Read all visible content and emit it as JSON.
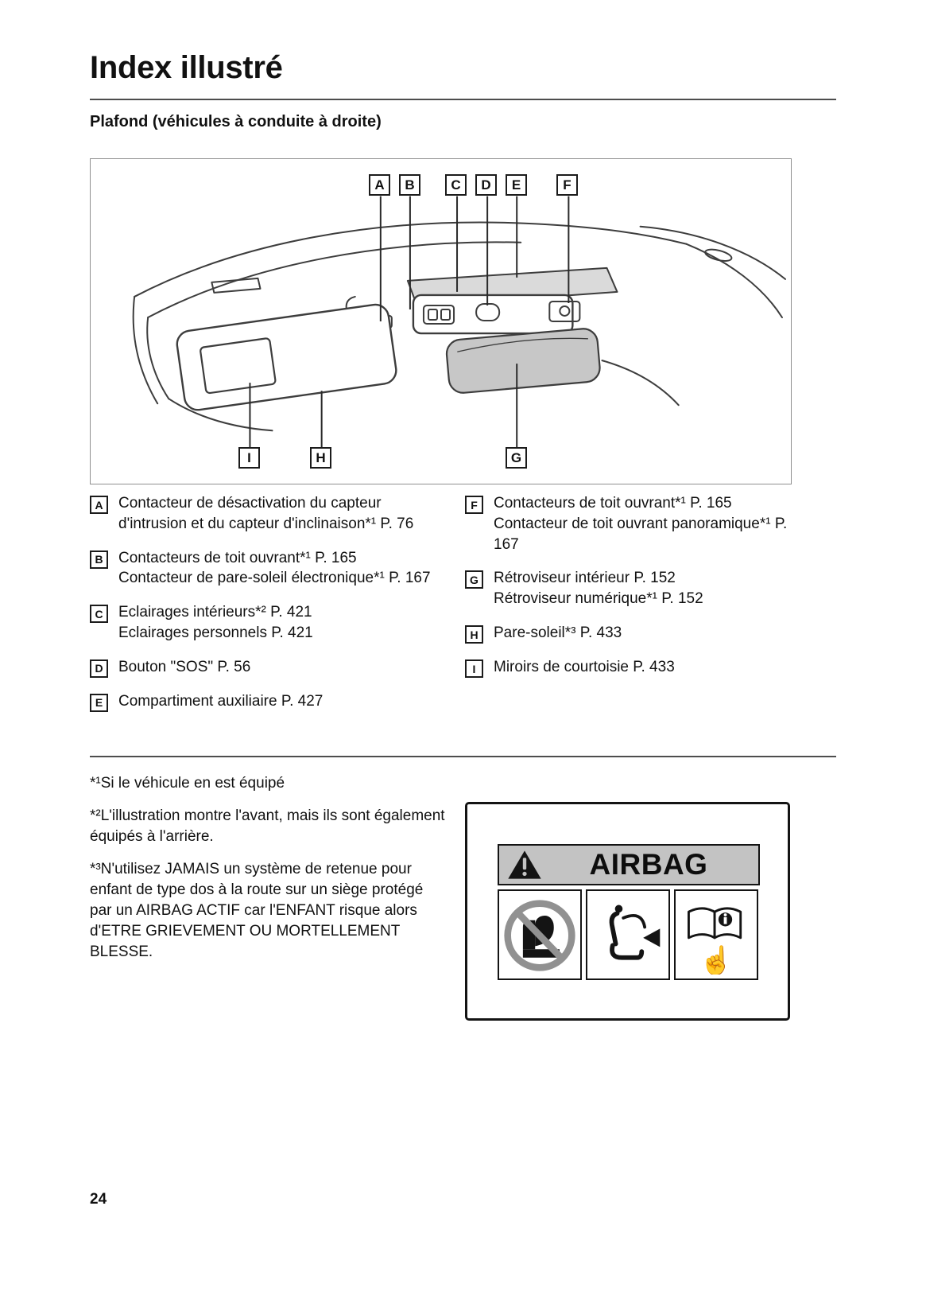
{
  "page": {
    "title": "Index illustré",
    "section_heading": "Plafond (véhicules à conduite à droite)",
    "page_number": "24"
  },
  "diagram": {
    "top_callouts": [
      "A",
      "B",
      "C",
      "D",
      "E",
      "F"
    ],
    "bottom_callouts": [
      "I",
      "H",
      "G"
    ]
  },
  "legend": {
    "left": [
      {
        "key": "A",
        "text": "Contacteur de désactivation du capteur d'intrusion et du capteur d'inclinaison*¹ P. 76"
      },
      {
        "key": "B",
        "text": "Contacteurs de toit ouvrant*¹ P. 165\nContacteur de pare-soleil électronique*¹ P. 167"
      },
      {
        "key": "C",
        "text": "Eclairages intérieurs*² P. 421\nEclairages personnels P. 421"
      },
      {
        "key": "D",
        "text": "Bouton \"SOS\" P. 56"
      },
      {
        "key": "E",
        "text": "Compartiment auxiliaire P. 427"
      }
    ],
    "right": [
      {
        "key": "F",
        "text": "Contacteurs de toit ouvrant*¹ P. 165\nContacteur de toit ouvrant panoramique*¹ P. 167"
      },
      {
        "key": "G",
        "text": "Rétroviseur intérieur P. 152\nRétroviseur numérique*¹ P. 152"
      },
      {
        "key": "H",
        "text": "Pare-soleil*³ P. 433"
      },
      {
        "key": "I",
        "text": "Miroirs de courtoisie P. 433"
      }
    ]
  },
  "footnotes": [
    "*¹Si le véhicule en est équipé",
    "*²L'illustration montre l'avant, mais ils sont également équipés à l'arrière.",
    "*³N'utilisez JAMAIS un système de retenue pour enfant de type dos à la route sur un siège protégé par un AIRBAG ACTIF car l'ENFANT risque alors d'ETRE GRIEVEMENT OU MORTELLEMENT BLESSE."
  ],
  "airbag_label": {
    "title": "AIRBAG"
  },
  "colors": {
    "line": "#3d3d3d",
    "panel_gray": "#c7c7c7",
    "header_gray": "#c3c3c3"
  }
}
